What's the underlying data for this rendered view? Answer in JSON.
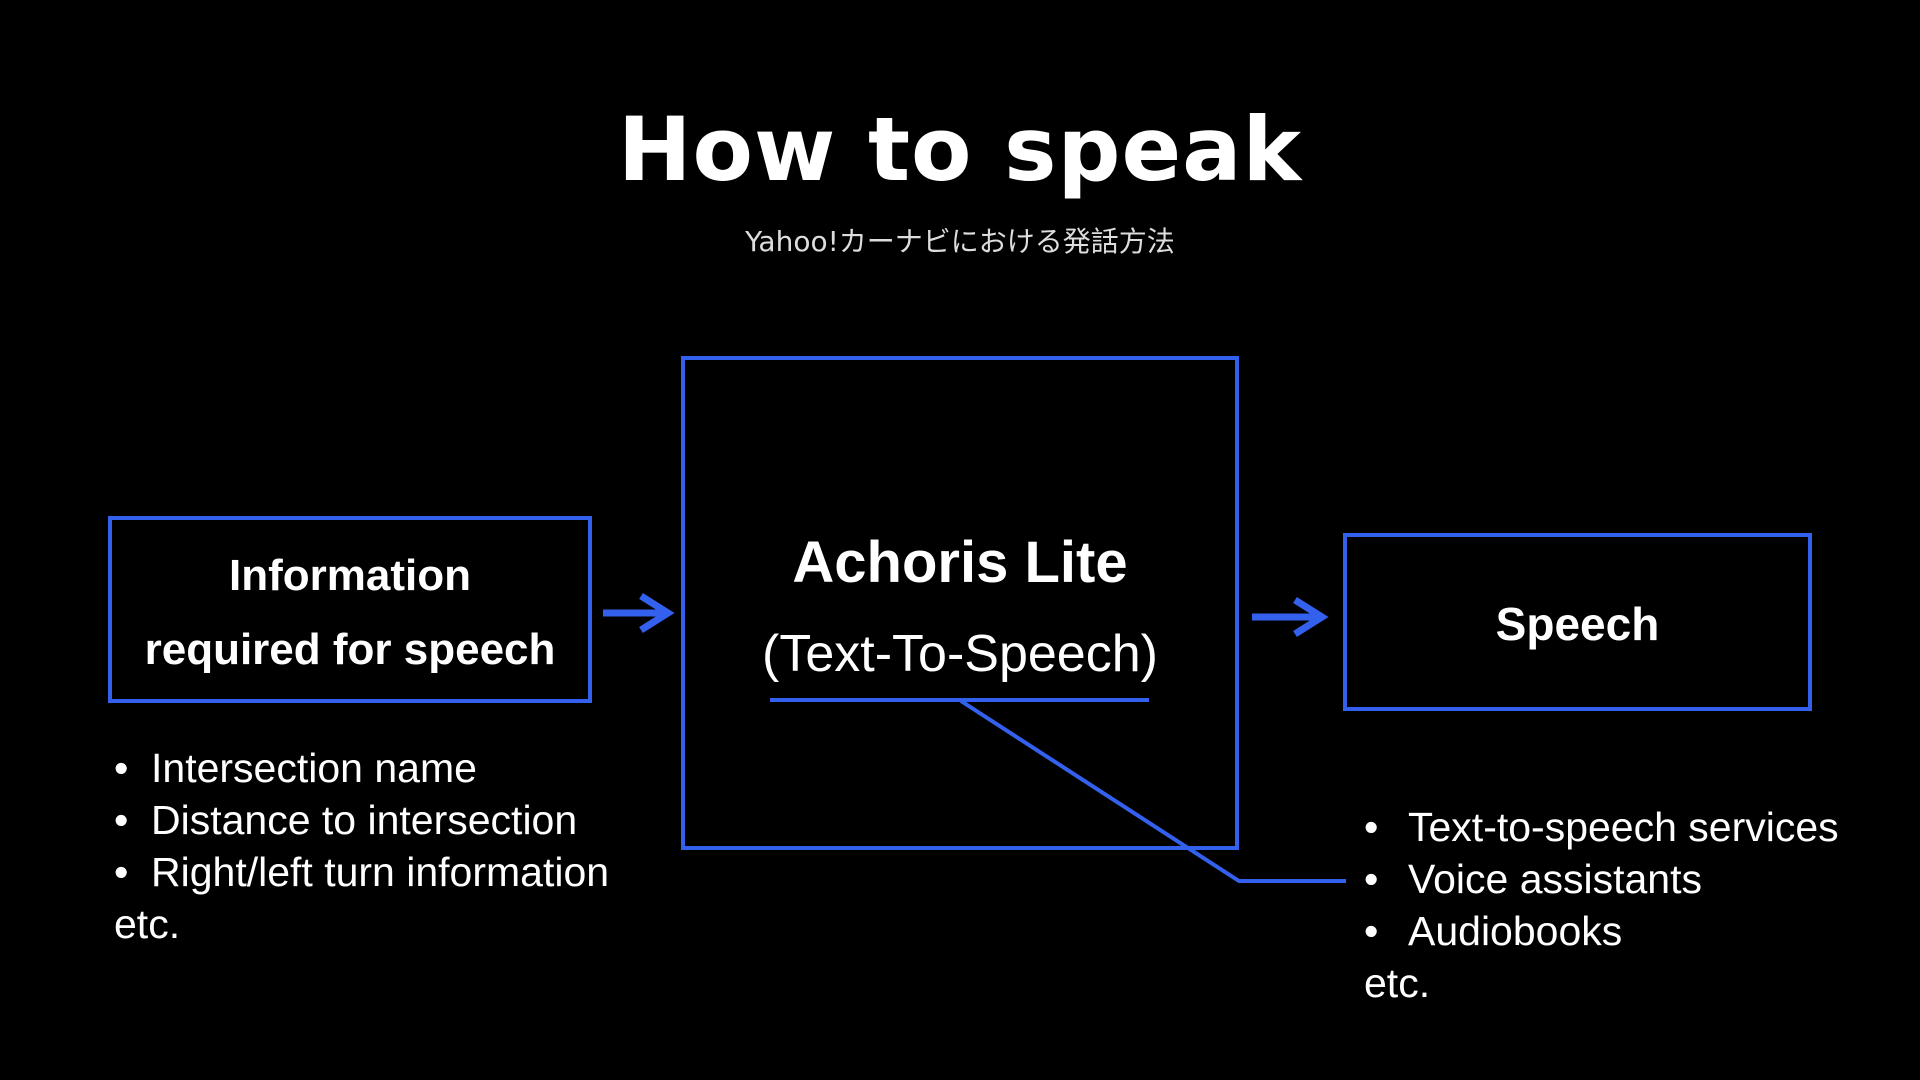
{
  "title": "How to speak",
  "subtitle": "Yahoo!カーナビにおける発話方法",
  "colors": {
    "accent": "#3361ee",
    "background": "#000000",
    "text": "#ffffff"
  },
  "input_box": {
    "lines": [
      "Information",
      "required for speech"
    ]
  },
  "engine_box": {
    "name": "Achoris Lite",
    "subtitle": "(Text-To-Speech)"
  },
  "output_box": {
    "label": "Speech"
  },
  "input_list": {
    "bullet": "•",
    "items": [
      "Intersection name",
      "Distance to intersection",
      "Right/left turn information"
    ],
    "trailer": "etc."
  },
  "applications_list": {
    "bullet": "•",
    "items": [
      "Text-to-speech services",
      "Voice assistants",
      "Audiobooks"
    ],
    "trailer": "etc."
  }
}
